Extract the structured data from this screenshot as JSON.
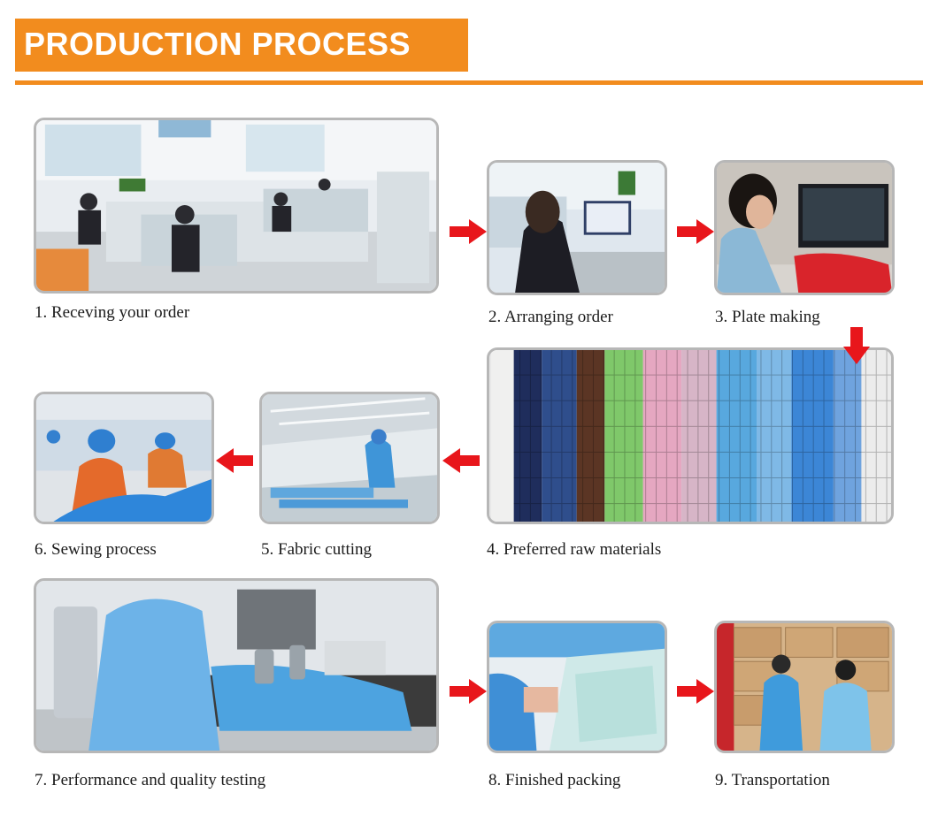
{
  "header": {
    "title": "PRODUCTION PROCESS"
  },
  "colors": {
    "accent": "#f28c1e",
    "arrow": "#e8161b",
    "photo_border": "#b7b7b7"
  },
  "steps": [
    {
      "label": "1. Receving your order"
    },
    {
      "label": "2. Arranging order"
    },
    {
      "label": "3. Plate making"
    },
    {
      "label": "4. Preferred raw materials"
    },
    {
      "label": "5. Fabric cutting"
    },
    {
      "label": "6. Sewing process"
    },
    {
      "label": "7. Performance and quality testing"
    },
    {
      "label": "8. Finished packing"
    },
    {
      "label": "9. Transportation"
    }
  ]
}
